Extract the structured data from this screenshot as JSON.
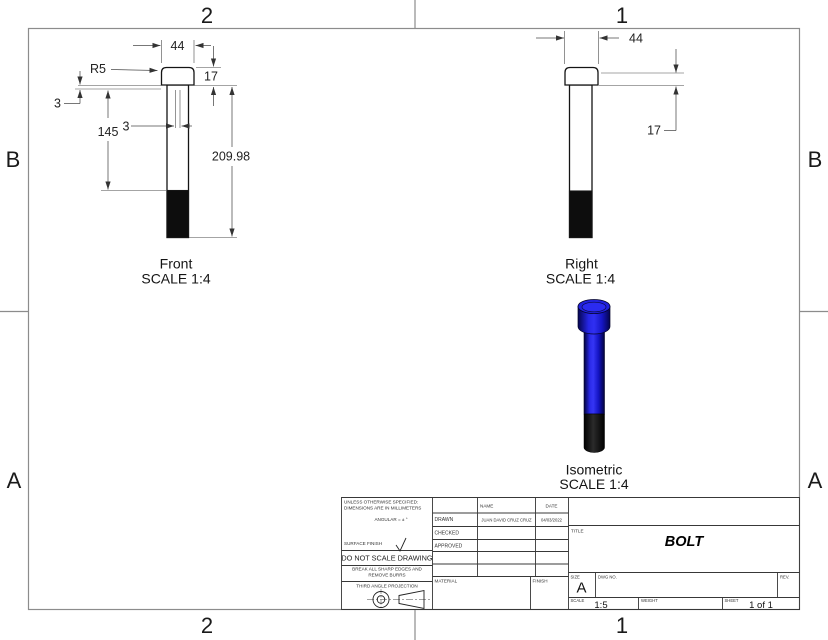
{
  "sheet": {
    "title": "BOLT",
    "zones": {
      "top_left": "2",
      "top_right": "1",
      "bottom_left": "2",
      "bottom_right": "1",
      "left_top": "B",
      "left_bottom": "A",
      "right_top": "B",
      "right_bottom": "A"
    }
  },
  "views": {
    "front": {
      "label": "Front",
      "scale_note": "SCALE 1:4",
      "dims": {
        "width": "44",
        "corner_radius": "R5",
        "head_height": "17",
        "neck": "3",
        "hole": "3",
        "shank_length": "145",
        "total_length": "209.98"
      }
    },
    "right": {
      "label": "Right",
      "scale_note": "SCALE 1:4",
      "dims": {
        "width": "44",
        "head_height": "17"
      }
    },
    "iso": {
      "label": "Isometric",
      "scale_note": "SCALE 1:4"
    }
  },
  "titleblock": {
    "spec_line1": "UNLESS OTHERWISE SPECIFIED:",
    "spec_line2": "DIMENSIONS ARE IN MILLIMETERS",
    "angular": "ANGULAR = ± °",
    "surface_finish": "SURFACE FINISH",
    "do_not_scale": "DO NOT SCALE DRAWING",
    "deburr_line1": "BREAK ALL SHARP EDGES AND",
    "deburr_line2": "REMOVE BURRS",
    "projection": "THIRD ANGLE PROJECTION",
    "name_header": "NAME",
    "date_header": "DATE",
    "drawn_label": "DRAWN",
    "checked_label": "CHECKED",
    "approved_label": "APPROVED",
    "drawn_name": "JUAN DAVID CRUZ CRUZ",
    "drawn_date": "04/03/2022",
    "material_label": "MATERIAL",
    "finish_label": "FINISH",
    "title_label": "TITLE",
    "title": "BOLT",
    "size_label": "SIZE",
    "size": "A",
    "dwg_label": "DWG NO.",
    "rev_label": "REV.",
    "scale_label": "SCALE",
    "scale": "1:5",
    "weight_label": "WEIGHT",
    "sheet_label": "SHEET",
    "sheet": "1 of 1"
  },
  "colors": {
    "bolt_blue": "#2121dc",
    "thread_black": "#0a0a0a"
  }
}
